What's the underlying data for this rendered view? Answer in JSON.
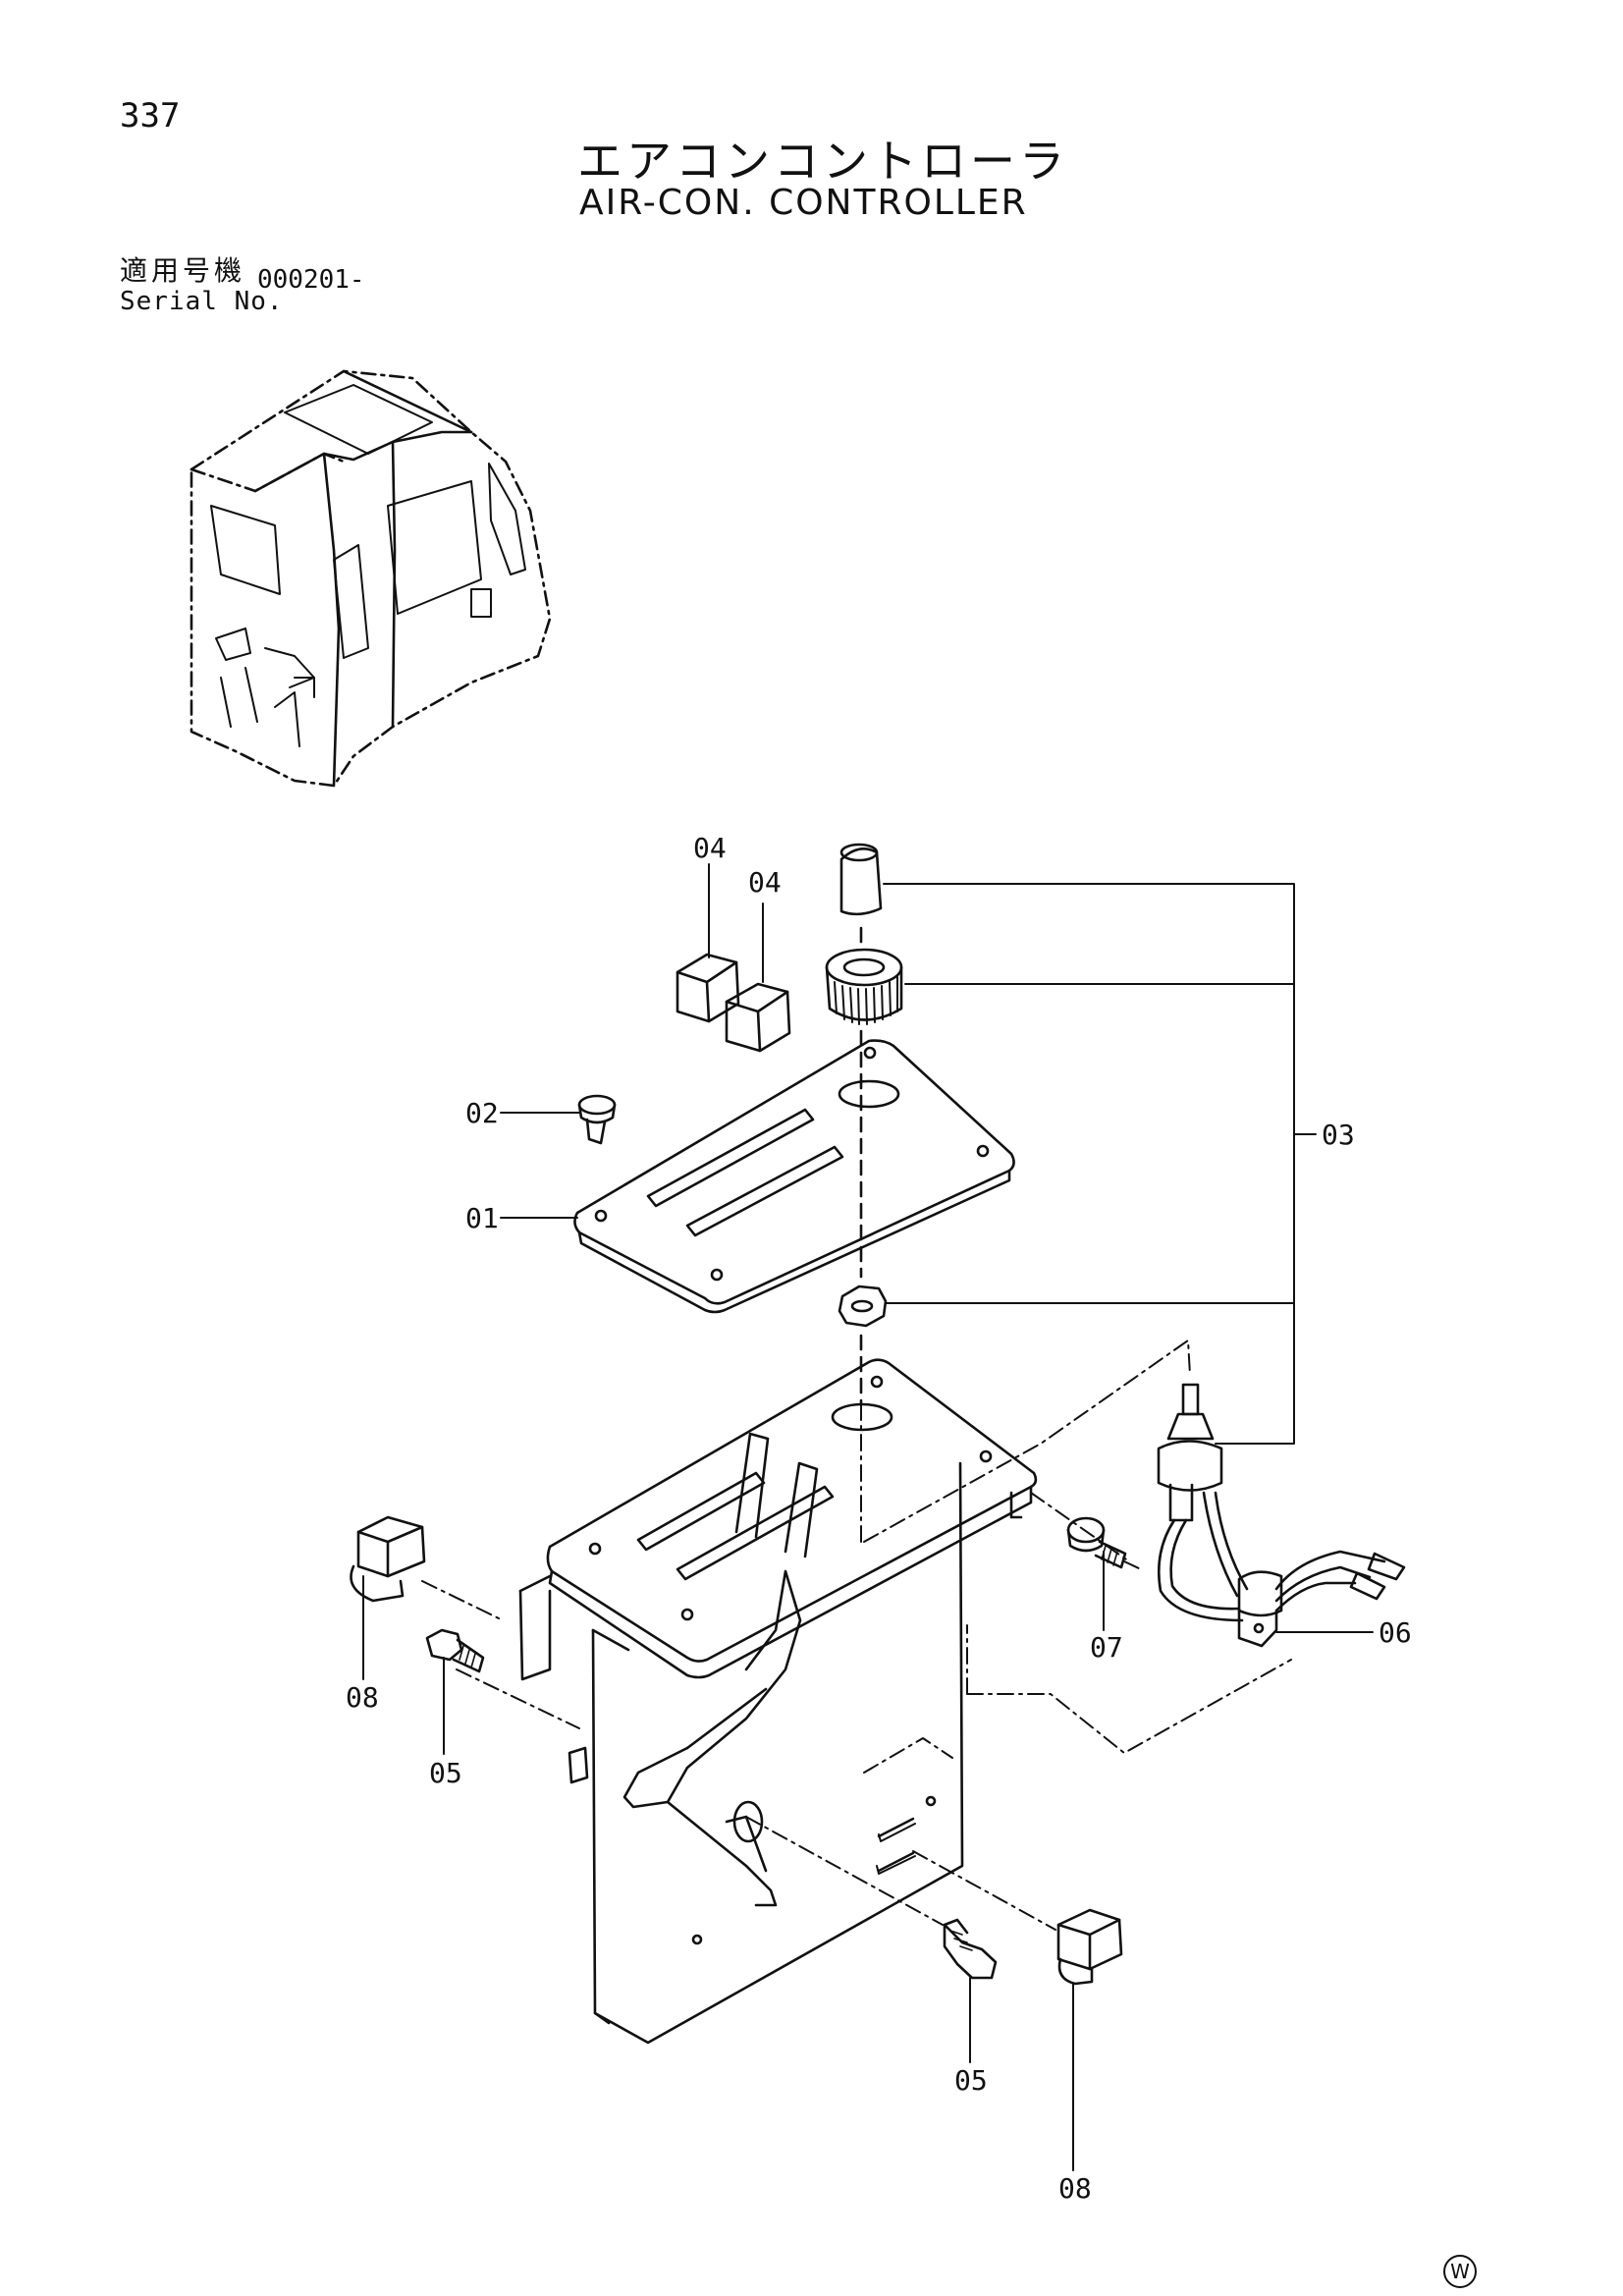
{
  "page_number": "337",
  "title_jp": "エアコンコントローラ",
  "title_en": "AIR-CON. CONTROLLER",
  "serial": {
    "label_jp": "適用号機",
    "label_en": "Serial No.",
    "value": "000201-"
  },
  "callouts": {
    "c01": "01",
    "c02": "02",
    "c03": "03",
    "c04a": "04",
    "c04b": "04",
    "c05a": "05",
    "c05b": "05",
    "c06": "06",
    "c07": "07",
    "c08a": "08",
    "c08b": "08"
  },
  "watermark": "W"
}
